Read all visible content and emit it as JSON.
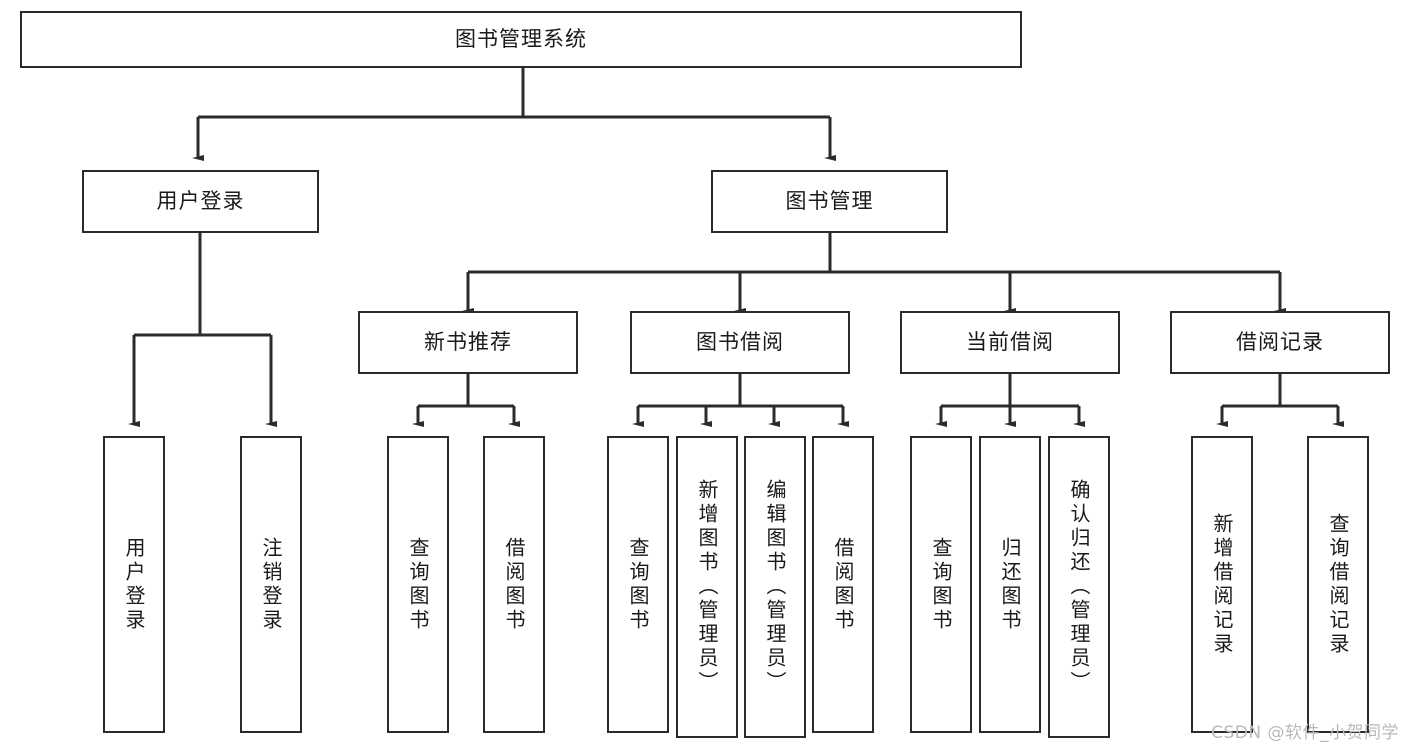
{
  "diagram": {
    "title": "图书管理系统",
    "watermark": "CSDN @软件_小贺同学",
    "line_color": "#2b2b2b",
    "box_fill": "#ffffff",
    "text_color": "#1a1a1a",
    "watermark_color": "#b9b9b9"
  },
  "nodes": {
    "root": {
      "label": "图书管理系统"
    },
    "level1": [
      {
        "label": "用户登录"
      },
      {
        "label": "图书管理"
      }
    ],
    "level2": [
      {
        "label": "新书推荐"
      },
      {
        "label": "图书借阅"
      },
      {
        "label": "当前借阅"
      },
      {
        "label": "借阅记录"
      }
    ],
    "leaves": {
      "user_login": [
        {
          "label": "用户登录"
        },
        {
          "label": "注销登录"
        }
      ],
      "new_book_recommend": [
        {
          "label": "查询图书"
        },
        {
          "label": "借阅图书"
        }
      ],
      "book_borrow": [
        {
          "label": "查询图书"
        },
        {
          "label": "新增图书（管理员）"
        },
        {
          "label": "编辑图书（管理员）"
        },
        {
          "label": "借阅图书"
        }
      ],
      "current_borrow": [
        {
          "label": "查询图书"
        },
        {
          "label": "归还图书"
        },
        {
          "label": "确认归还（管理员）"
        }
      ],
      "borrow_record": [
        {
          "label": "新增借阅记录"
        },
        {
          "label": "查询借阅记录"
        }
      ]
    }
  }
}
